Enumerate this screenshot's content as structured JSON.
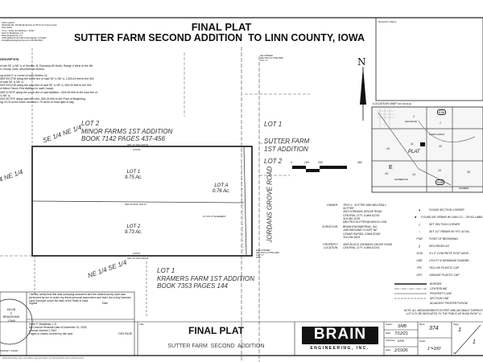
{
  "header": {
    "lines": [
      "Index Legend",
      "Plat/Index By: 3/9 NE SE Section 11-85-6 Linn County Iowa",
      "Prep Sutter",
      "Troy L. Sutter and Melissa L. Sutter",
      "Kevin F. Bradshaw, L.S.",
      "Brain Engineering, Inc.",
      "1540 Midland Court NE Cedar Rapids, IA 52402",
      "kbrad@brainengineering.com 319-294-9424"
    ],
    "title": "FINAL PLAT",
    "subtitle": "SUTTER FARM SECOND ADDITION  TO LINN COUNTY, IOWA",
    "recorder_stamp": "Recorder's Stamp"
  },
  "description": {
    "heading": "DESCRIPTION",
    "lines": [
      "of the SE ¼ NE ¼ of Section 11-Township 85 North, Range 6 West of the 5th",
      "n County, Iowa, described as follows:",
      "",
      "ng at the E ¼ corner of said Section 11;",
      "S89°09'23\"W along the south line of said SE ¼ NE ¼, 1326.04 feet to the SW",
      "of said SE ¼ NE ¼;",
      "S00°54'02\"W along the west line of said SE ¼ NE ¼, 664.00 feet to the SW",
      "of Minor Farms First Addition to said County;",
      "S89°11'50\"E along the south line of said Addition, 1326.84 feet to the east line of",
      "¼ NE ¼;",
      "S00°40'25\"E along said east line, 665.26 feet to the Point of Beginning,",
      "ng 20.24 acres which includes 0.76 acres of road right of way."
    ]
  },
  "plat": {
    "adjacent": {
      "north": [
        "LOT 2",
        "MINOR FARMS 1ST ADDITION",
        "BOOK 7142 PAGES 437-456"
      ],
      "south": [
        "LOT 1",
        "KRAMERS FARM 1ST ADDITION",
        "BOOK 7353 PAGES 144"
      ],
      "east_lot1": "LOT 1",
      "east_sub": [
        "SUTTER FARM",
        "1ST ADDITION"
      ],
      "east_lot2": "LOT 2"
    },
    "quarters": [
      "SE 1/4 NE 1/4",
      "NE 1/4 SE 1/4",
      "4 NE 1/4"
    ],
    "lots": [
      {
        "name": "LOT 1",
        "area": "9.75 Ac."
      },
      {
        "name": "LOT 2",
        "area": "9.73 Ac."
      },
      {
        "name": "LOT A",
        "area": "0.76 Ac."
      }
    ],
    "road": "JORDANS GROVE ROAD",
    "bearings": {
      "north": "S89° 11' 50\"E 1326.84",
      "north_dist": "1276.63",
      "middle": "N89° 05' 08\"W 1311.37",
      "south": "N89° 09' 23\"E 1326.04",
      "south_dist": "1276.07",
      "easement": "10' UTILITY EASEMENT",
      "ne_corner": [
        "NE CORNER",
        "SECTION 11-T85N-R6W",
        "CUT \"X\""
      ],
      "e_corner": [
        "E1/4 CORNER",
        "SECTION 11-T85N-R6W",
        "CUT \"X\"",
        "POB"
      ]
    },
    "north_arrow": "N",
    "scale": [
      "0",
      "100",
      "200",
      "400"
    ]
  },
  "location_map": {
    "title": "LOCATION MAP",
    "note": "(NO SCALE)",
    "labels": [
      "PLAT",
      "E36",
      "E28",
      "SAWYER RD",
      "GAME CLUB RD",
      "WAUBEEK RD",
      "E",
      "2",
      "1",
      "11",
      "12",
      "10",
      "15",
      "14",
      "13",
      "18",
      "WAUBEEK"
    ]
  },
  "owner": {
    "owner_label": "OWNER:",
    "owner_lines": [
      "TROY L. SUTTER AND MELISSA L.",
      "SUTTER",
      "4519 JORDANS GROVE ROAD",
      "CENTRAL CITY, IOWA 52214",
      "319-360-6378",
      "MELTROYSUTTER@YAHOO.COM"
    ],
    "surveyor_label": "SURVEYOR:",
    "surveyor_lines": [
      "BRAIN ENGINEERING, INC.",
      "1540 MIDLAND COURT NE",
      "CEDAR RAPIDS, IOWA 52402",
      "319-294-9424"
    ],
    "property_label": "PROPERTY LOCATION:",
    "property_lines": [
      "4000 BLOCK JORDANS GROVE ROAD",
      "CENTRAL CITY, IOWA 52214"
    ]
  },
  "legend": [
    {
      "sym": "▲",
      "text": "FOUND SECTION CORNER"
    },
    {
      "sym": "■",
      "text": "FOUND 5/8\" REBAR W/ LINN CO... OR AS LABELED"
    },
    {
      "sym": "△",
      "text": "SET SECTION CORNER"
    },
    {
      "sym": "○",
      "text": "SET 1/2\" REBAR W/ YPC #1754..."
    },
    {
      "sym": "POB",
      "text": "POINT OF BEGINNING"
    },
    {
      "sym": "()",
      "text": "RECORDED AS"
    },
    {
      "sym": "SCM",
      "text": "4\"x 4\" CONCRETE POST w/DIS..."
    },
    {
      "sym": "UDE",
      "text": "UTILITY & DRAINAGE EASEME..."
    },
    {
      "sym": "YPC",
      "text": "YELLOW PLASTIC CAP"
    },
    {
      "sym": "OPC",
      "text": "ORANGE PLASTIC CAP"
    }
  ],
  "line_legend": [
    "BORDER",
    "CENTERLINE",
    "PROPERTY LINE",
    "SECTION LINE",
    "ADJACENT PROPERTY/ROW"
  ],
  "notes": [
    "NOTE:  ALL MEASUREMENTS IN FEET AND DECIMALS THEREOF.",
    "LOT A TO BE DEDICATED TO THE PUBLIC AS ROAD RIGHT O..."
  ],
  "certification": {
    "text": "I hereby certify that this land surveying document and the related survey work was performed by me or under my direct personal supervision and that I am a duly licensed Land Surveyor under the laws of the State of Iowa.",
    "signed": "Signed",
    "date": "Date",
    "name": "Kevin F. Bradshaw,  L.S.",
    "renewal": "My License Renewal Date is December 31, 2026",
    "license": "License Number 17543",
    "pages": "Pages or sheets covered by this seal:",
    "this_page": "THIS PAGE",
    "seal": [
      "LAND SURVEYOR",
      "KEVIN",
      "F",
      "BRADSHAW",
      "17543",
      "IOWA"
    ],
    "survey": "SURVEY: 2/9/26"
  },
  "title_block": {
    "title_label": "Title:",
    "title": "FINAL PLAT",
    "subtitle": "SUTTER FARM  SECOND  ADDITION",
    "logo": "BRAIN",
    "logo_sub": "ENGINEERING, INC.",
    "drawn_label": "Drawn:",
    "drawn": "SMB",
    "date_label": "Date:",
    "date": "7/12/21",
    "checked_label": "Checked:",
    "checked": "KFB",
    "date2": "2/10/26",
    "book_label": "Book:",
    "book": "374",
    "scale_label": "Scale:",
    "scale": "1\"=100'",
    "page_label": "Page:",
    "page": "1",
    "of_label": "Of",
    "of": "1"
  },
  "footer_path": "I:\\2021\\0168 Sutter Farm 2nd Addition.dwg  2/10/2026 7:31 PM  A4L BOOK  A4P  CUSTOM  LPS-9",
  "colors": {
    "ink": "#111111",
    "line": "#222222"
  }
}
